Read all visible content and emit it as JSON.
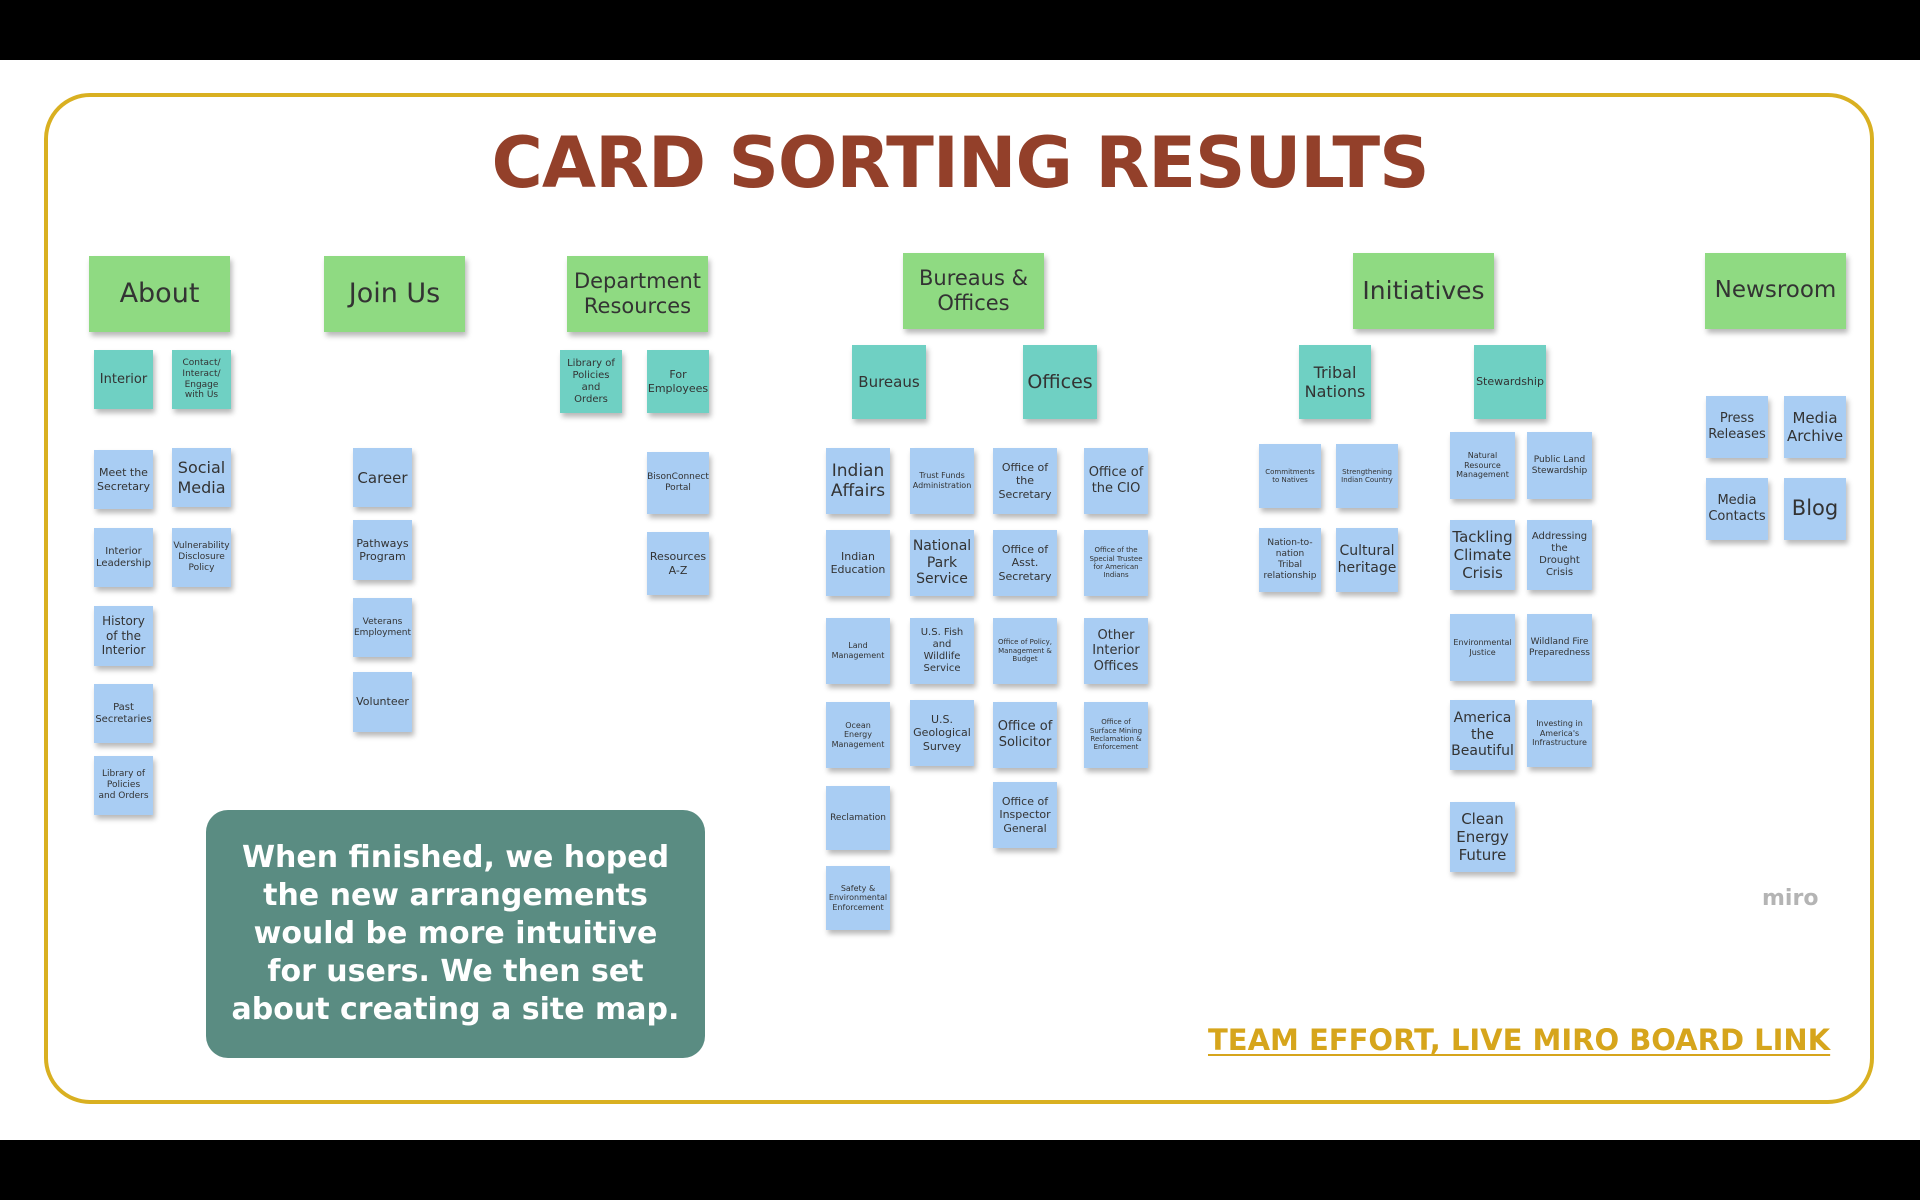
{
  "slide": {
    "title": "CARD SORTING RESULTS",
    "callout": "When finished, we hoped the new arrangements would be more intuitive for users. We then set about creating a site map.",
    "link_text": "TEAM EFFORT, LIVE MIRO BOARD LINK",
    "watermark": "miro"
  },
  "categories": {
    "about": "About",
    "join_us": "Join Us",
    "department_resources": "Department Resources",
    "bureaus_offices": "Bureaus & Offices",
    "initiatives": "Initiatives",
    "newsroom": "Newsroom"
  },
  "subcategories": {
    "bureaus": "Bureaus",
    "offices": "Offices",
    "tribal_nations": "Tribal Nations",
    "stewardship": "Stewardship"
  },
  "cards": {
    "about": {
      "interior": "Interior",
      "contact": "Contact/ Interact/ Engage with Us",
      "meet_secretary": "Meet the Secretary",
      "social_media": "Social Media",
      "interior_leadership": "Interior Leadership",
      "vulnerability": "Vulnerability Disclosure Policy",
      "history": "History of the Interior",
      "past_secretaries": "Past Secretaries",
      "library": "Library of Policies and Orders"
    },
    "join_us": {
      "career": "Career",
      "pathways": "Pathways Program",
      "veterans": "Veterans Employment",
      "volunteer": "Volunteer"
    },
    "department_resources": {
      "library": "Library of Policies and Orders",
      "for_employees": "For Employees",
      "bisonconnect": "BisonConnect Portal",
      "resources_az": "Resources A-Z"
    },
    "bureaus": {
      "indian_affairs": "Indian Affairs",
      "trust_funds": "Trust Funds Administration",
      "indian_education": "Indian Education",
      "national_park": "National Park Service",
      "land_management": "Land Management",
      "fish_wildlife": "U.S. Fish and Wildlife Service",
      "ocean_energy": "Ocean Energy Management",
      "geological_survey": "U.S. Geological Survey",
      "reclamation": "Reclamation",
      "safety": "Safety & Environmental Enforcement"
    },
    "offices": {
      "secretary": "Office of the Secretary",
      "cio": "Office of the CIO",
      "asst_secretary": "Office of Asst. Secretary",
      "special_trustee": "Office of the Special Trustee for American Indians",
      "policy_budget": "Office of Policy, Management & Budget",
      "other_interior": "Other Interior Offices",
      "solicitor": "Office of Solicitor",
      "surface_mining": "Office of Surface Mining Reclamation & Enforcement",
      "inspector_general": "Office of Inspector General"
    },
    "tribal_nations": {
      "commitments": "Commitments to Natives",
      "strengthening": "Strengthening Indian Country",
      "nation_to_nation": "Nation-to-nation Tribal relationship",
      "cultural_heritage": "Cultural heritage"
    },
    "stewardship": {
      "natural_resource": "Natural Resource Management",
      "public_land": "Public Land Stewardship",
      "climate": "Tackling Climate Crisis",
      "drought": "Addressing the Drought Crisis",
      "env_justice": "Environmental Justice",
      "wildland_fire": "Wildland Fire Preparedness",
      "america_beautiful": "America the Beautiful",
      "infrastructure": "Investing in America's Infrastructure",
      "clean_energy": "Clean Energy Future"
    },
    "newsroom": {
      "press_releases": "Press Releases",
      "media_archive": "Media Archive",
      "media_contacts": "Media Contacts",
      "blog": "Blog"
    }
  },
  "colors": {
    "category": "#8fda82",
    "subcategory": "#6fd0c3",
    "card": "#a9cdf3",
    "title": "#93402a",
    "frame": "#d9b021",
    "callout": "#5a8c82",
    "link": "#d6a51c"
  }
}
